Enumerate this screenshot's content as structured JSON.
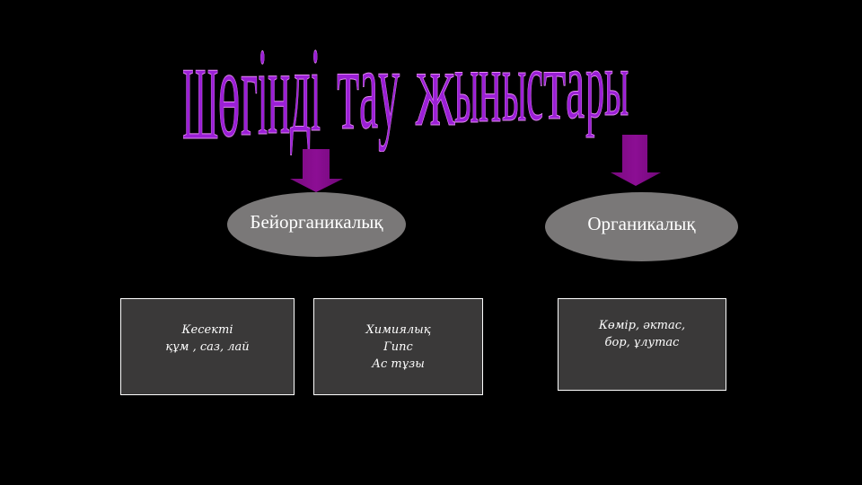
{
  "title": {
    "text": "Шөгінді тау жыныстары",
    "fill_color": "#9b1fd6",
    "outline_color": "#e48cf2"
  },
  "arrows": [
    {
      "name": "arrow-to-inorganic",
      "color": "#800080"
    },
    {
      "name": "arrow-to-organic",
      "color": "#800080"
    }
  ],
  "categories": [
    {
      "label": "Бейорганикалық"
    },
    {
      "label": "Органикалық"
    }
  ],
  "boxes": [
    {
      "lines": [
        "Кесекті",
        "құм , саз, лай"
      ]
    },
    {
      "lines": [
        "Химиялық",
        "Гипс",
        "Ас тұзы"
      ]
    },
    {
      "lines": [
        "Көмір, әктас,",
        "бор, ұлутас"
      ]
    }
  ],
  "colors": {
    "background": "#000000",
    "ellipse_fill": "#7a7878",
    "box_fill": "#3a3939",
    "box_border": "#ffffff",
    "text": "#ffffff"
  }
}
